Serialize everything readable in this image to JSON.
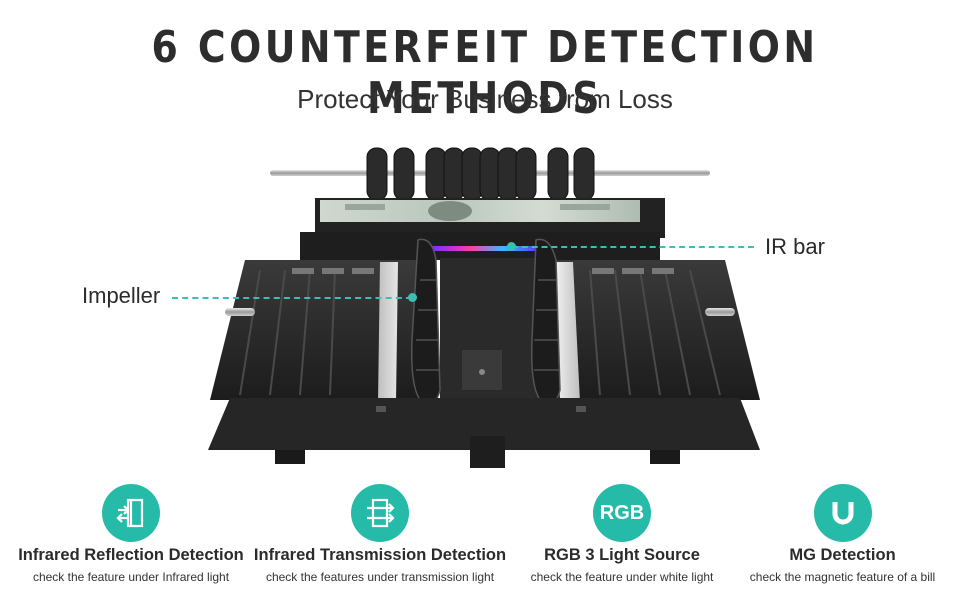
{
  "header": {
    "title": "6 COUNTERFEIT DETECTION METHODS",
    "subtitle": "Protect Your Business from Loss"
  },
  "callouts": {
    "ir_bar": "IR bar",
    "impeller": "Impeller"
  },
  "features": [
    {
      "icon": "infrared-reflection-icon",
      "title": "Infrared Reflection Detection",
      "desc": "check the feature under Infrared light"
    },
    {
      "icon": "infrared-transmission-icon",
      "title": "Infrared Transmission Detection",
      "desc": "check the features under transmission light"
    },
    {
      "icon": "rgb-icon",
      "icon_text": "RGB",
      "title": "RGB 3 Light Source",
      "desc": "check the feature under white light"
    },
    {
      "icon": "magnet-icon",
      "title": "MG Detection",
      "desc": "check the magnetic feature of a bill"
    }
  ],
  "colors": {
    "accent": "#26bba8",
    "dashed_line": "#3cbfb1",
    "machine_body": "#2a2a2a",
    "text": "#2b2b2b"
  }
}
